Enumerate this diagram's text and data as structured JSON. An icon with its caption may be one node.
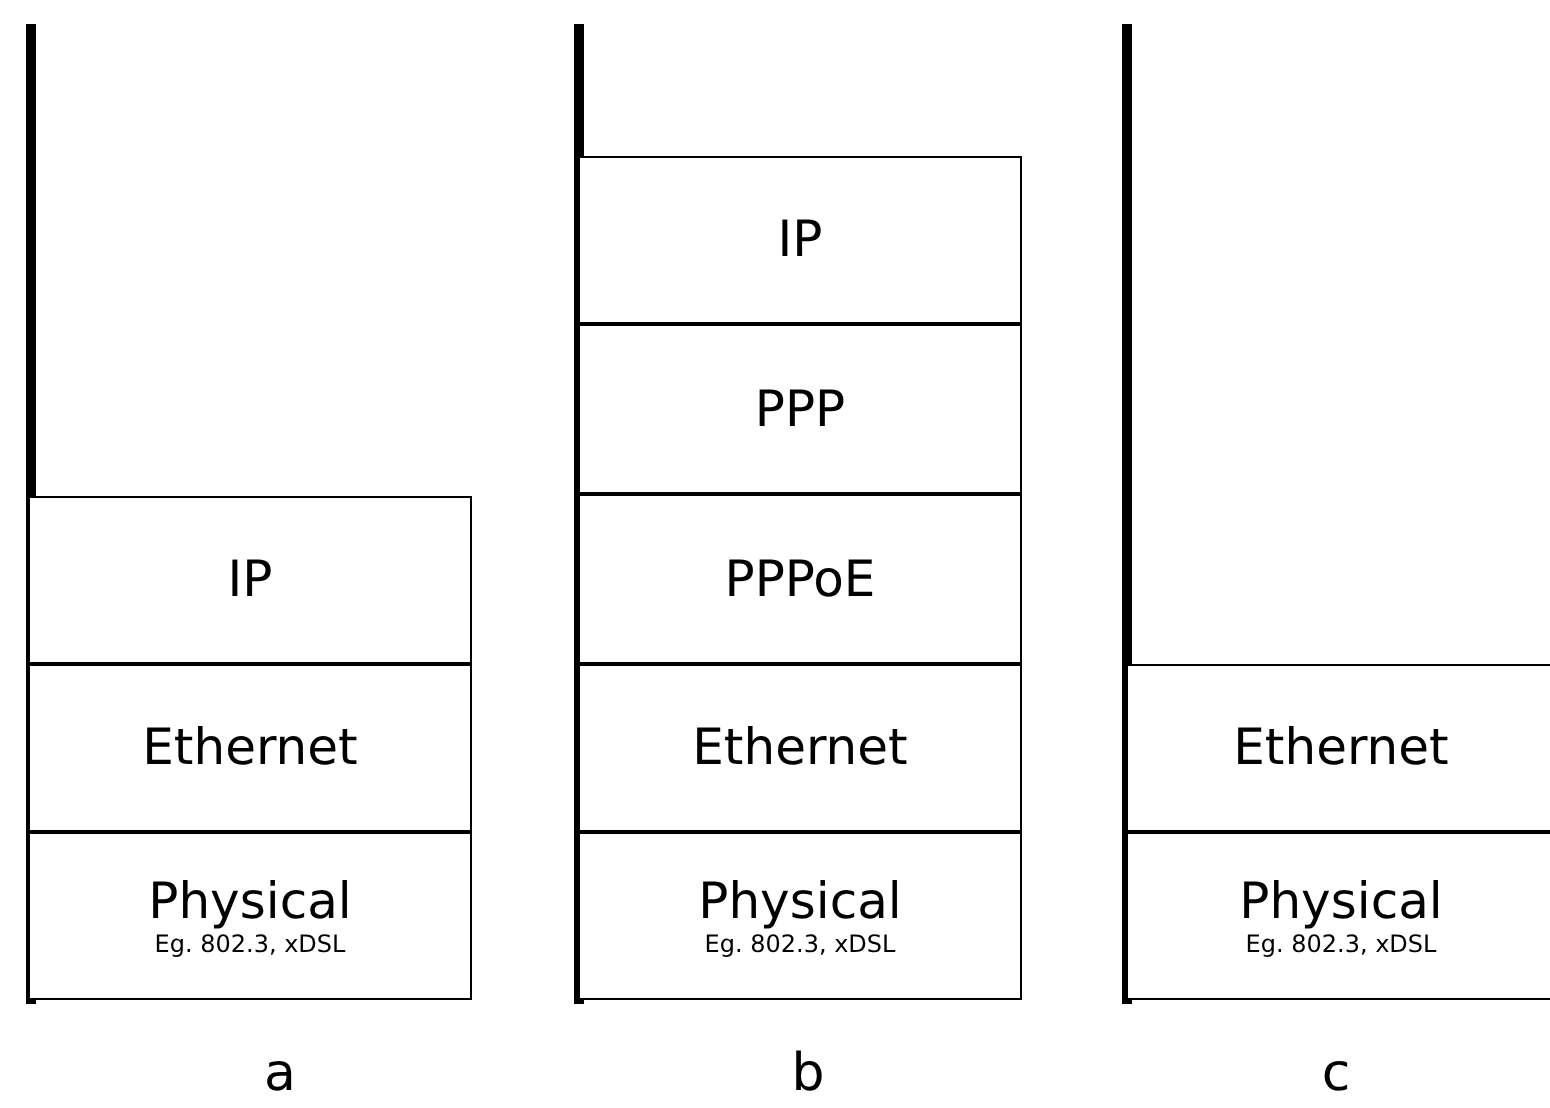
{
  "diagram": {
    "nodes": [
      {
        "text": [
          "IP"
        ]
      },
      {
        "text": [
          "Ethernet"
        ]
      },
      {
        "text": [
          "Physical",
          "Eg. 802.3, xDSL"
        ]
      },
      {
        "text": [
          "IP"
        ]
      },
      {
        "text": [
          "PPP"
        ]
      },
      {
        "text": [
          "PPPoE"
        ]
      },
      {
        "text": [
          "Ethernet"
        ]
      },
      {
        "text": [
          "Physical",
          "Eg. 802.3, xDSL"
        ]
      },
      {
        "text": [
          "Ethernet"
        ]
      },
      {
        "text": [
          "Physical",
          "Eg. 802.3, xDSL"
        ]
      }
    ],
    "labels": [
      "a",
      "b",
      "c"
    ]
  }
}
